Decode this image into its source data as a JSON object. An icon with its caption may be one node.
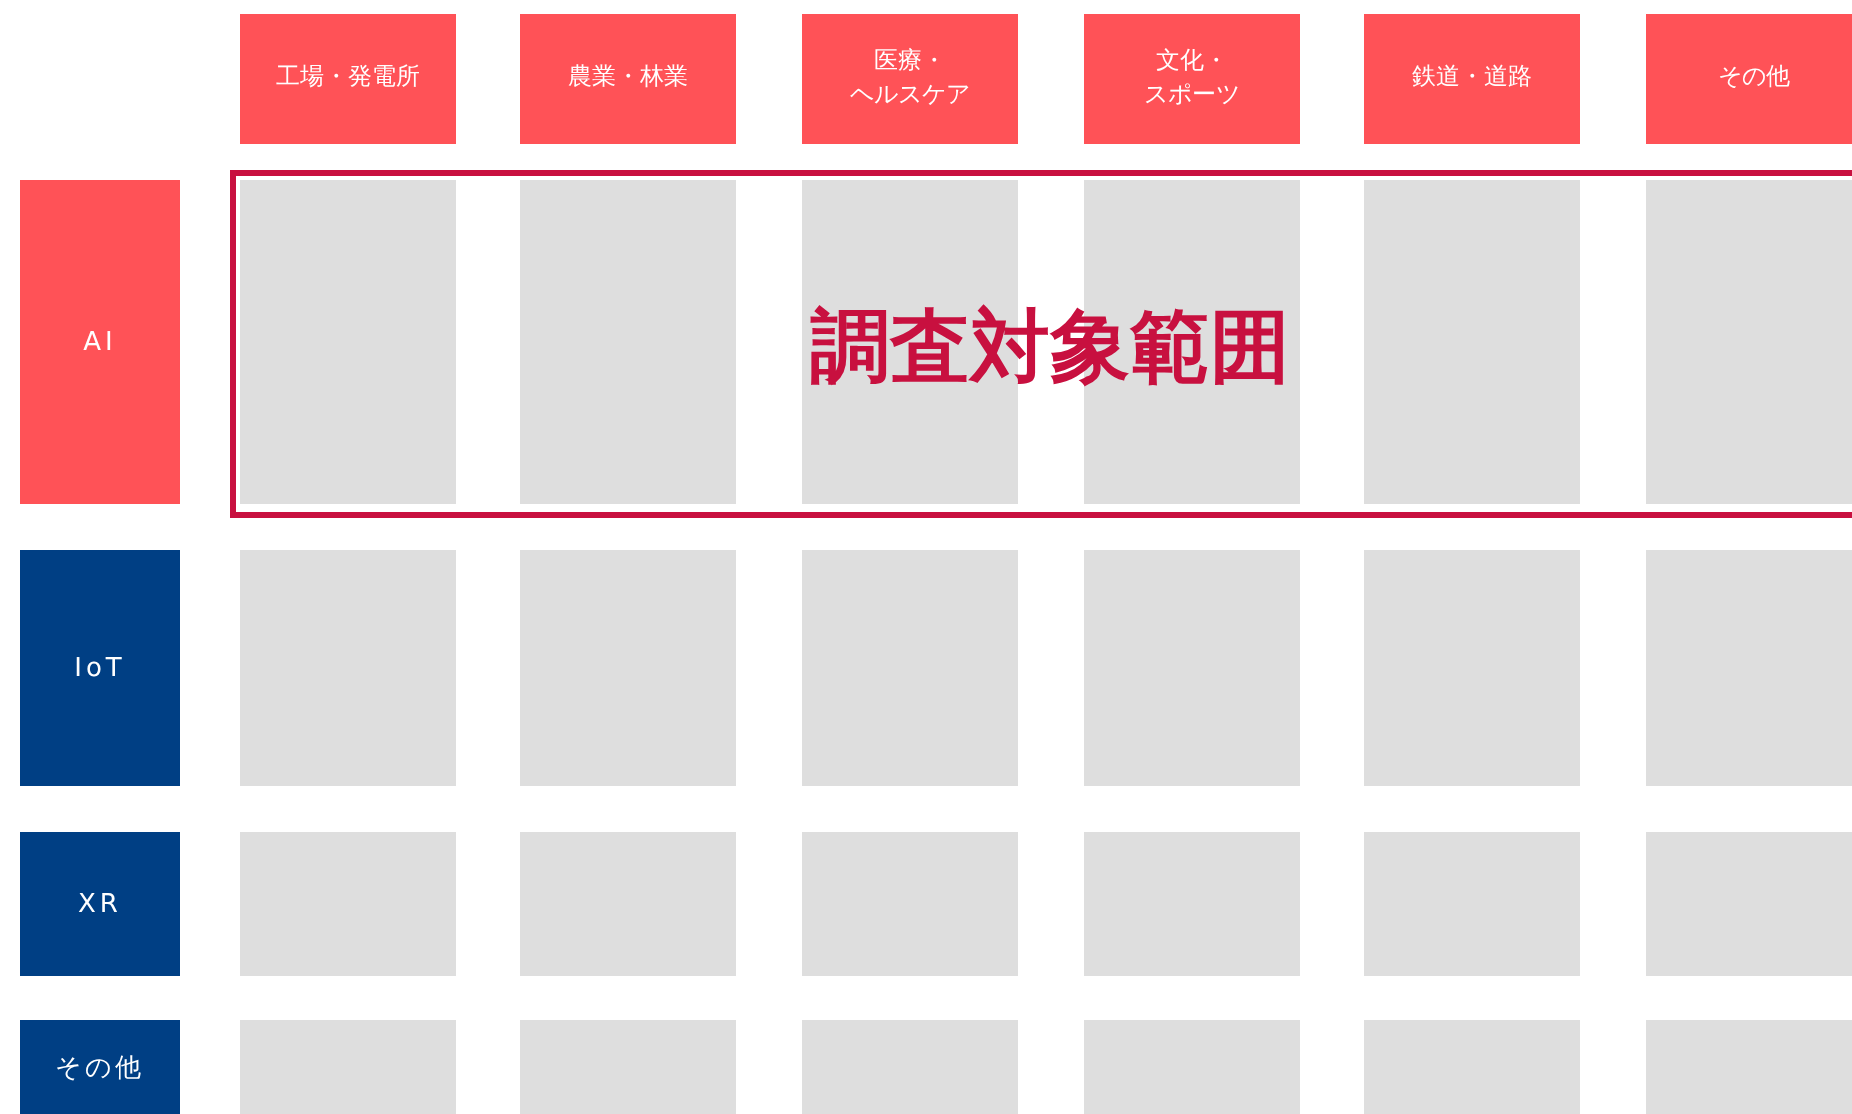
{
  "diagram": {
    "nodes": [
      {
        "text": [
          "工場・発電所"
        ]
      },
      {
        "text": [
          "農業・林業"
        ]
      },
      {
        "text": [
          "医療・ヘルスケア"
        ]
      },
      {
        "text": [
          "文化・スポーツ"
        ]
      },
      {
        "text": [
          "鉄道・道路"
        ]
      },
      {
        "text": [
          "その他"
        ]
      },
      {
        "text": [
          "AI"
        ]
      },
      {
        "text": [
          "調査対象範囲"
        ]
      },
      {
        "text": [],
        "shape": "box",
        "in": 7
      },
      {
        "text": [],
        "shape": "box",
        "in": 7
      },
      {
        "text": [],
        "shape": "box",
        "in": 7
      },
      {
        "text": [],
        "shape": "box",
        "in": 7
      },
      {
        "text": [],
        "shape": "box",
        "in": 7
      },
      {
        "text": [],
        "shape": "box",
        "in": 7
      },
      {
        "text": [
          "IoT"
        ]
      },
      {
        "text": [],
        "shape": "box"
      },
      {
        "text": [],
        "shape": "box"
      },
      {
        "text": [],
        "shape": "box"
      },
      {
        "text": [],
        "shape": "box"
      },
      {
        "text": [],
        "shape": "box"
      },
      {
        "text": [],
        "shape": "box"
      },
      {
        "text": [
          "XR"
        ]
      },
      {
        "text": [],
        "shape": "box"
      },
      {
        "text": [],
        "shape": "box"
      },
      {
        "text": [],
        "shape": "box"
      },
      {
        "text": [],
        "shape": "box"
      },
      {
        "text": [],
        "shape": "box"
      },
      {
        "text": [],
        "shape": "box"
      },
      {
        "text": [
          "その他"
        ]
      },
      {
        "text": [],
        "shape": "box"
      },
      {
        "text": [],
        "shape": "box"
      },
      {
        "text": [],
        "shape": "box"
      },
      {
        "text": [],
        "shape": "box"
      },
      {
        "text": [],
        "shape": "box"
      },
      {
        "text": [],
        "shape": "box"
      }
    ],
    "edges": []
  }
}
